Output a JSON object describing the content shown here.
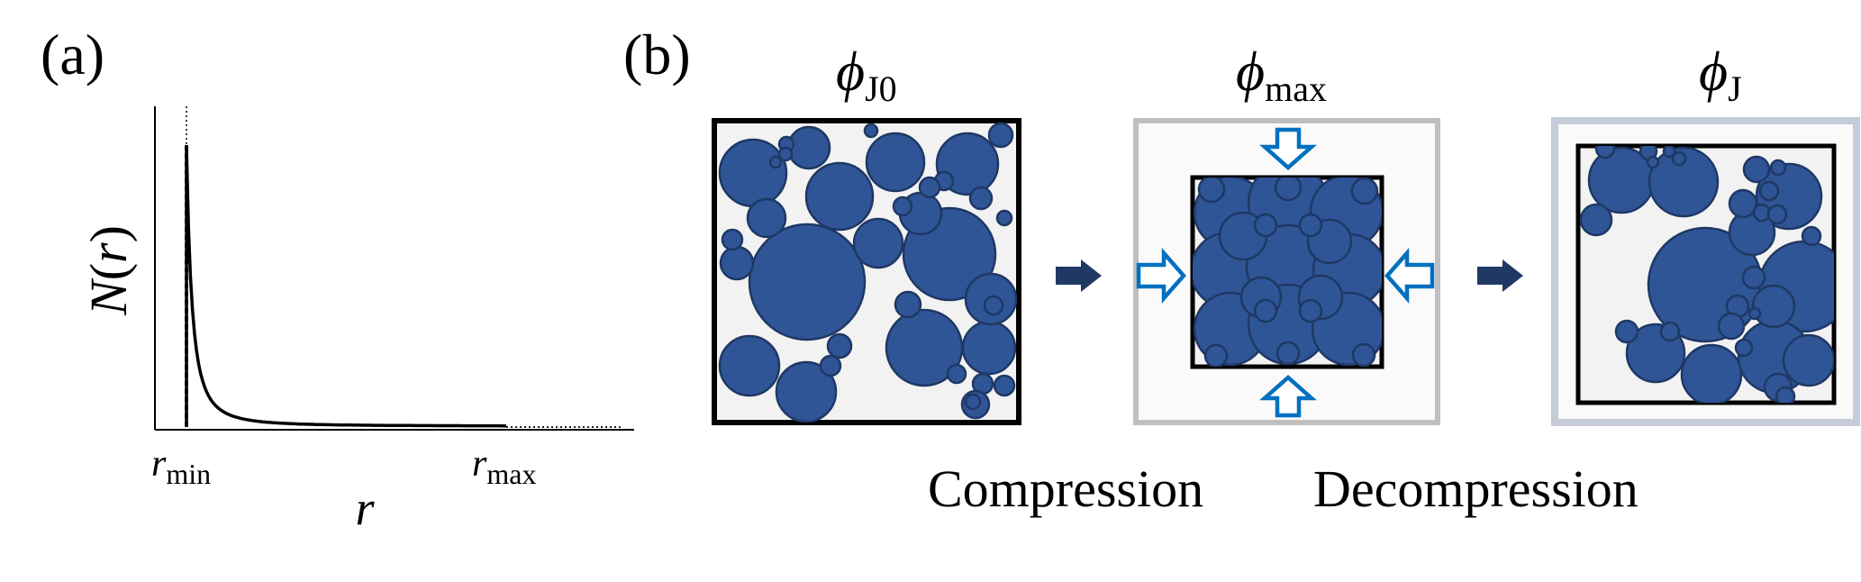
{
  "panel_a": {
    "label": "(a)",
    "y_axis_label": {
      "main": "N",
      "open": "(",
      "var": "r",
      "close": ")"
    },
    "x_axis_label": "r",
    "tick_min": {
      "base": "r",
      "sub": "min"
    },
    "tick_max": {
      "base": "r",
      "sub": "max"
    },
    "curve": "N(r) ∝ 1/r² (steep power-law decay from r_min to r_max)"
  },
  "panel_b": {
    "label": "(b)",
    "states": [
      {
        "symbol": "ϕ",
        "sub": "J0"
      },
      {
        "symbol": "ϕ",
        "sub": "max"
      },
      {
        "symbol": "ϕ",
        "sub": "J"
      }
    ],
    "captions": {
      "compression": "Compression",
      "decompression": "Decompression"
    },
    "colors": {
      "particle_fill": "#2f5597",
      "particle_stroke": "#1f3864",
      "box_border": "#000000",
      "box_bg": "#f2f2f2",
      "outer_box_max": "#bfbfbf",
      "outer_box_j": "#c5cbd8",
      "compress_arrow": "#0070c0",
      "step_arrow": "#1f3864"
    }
  }
}
